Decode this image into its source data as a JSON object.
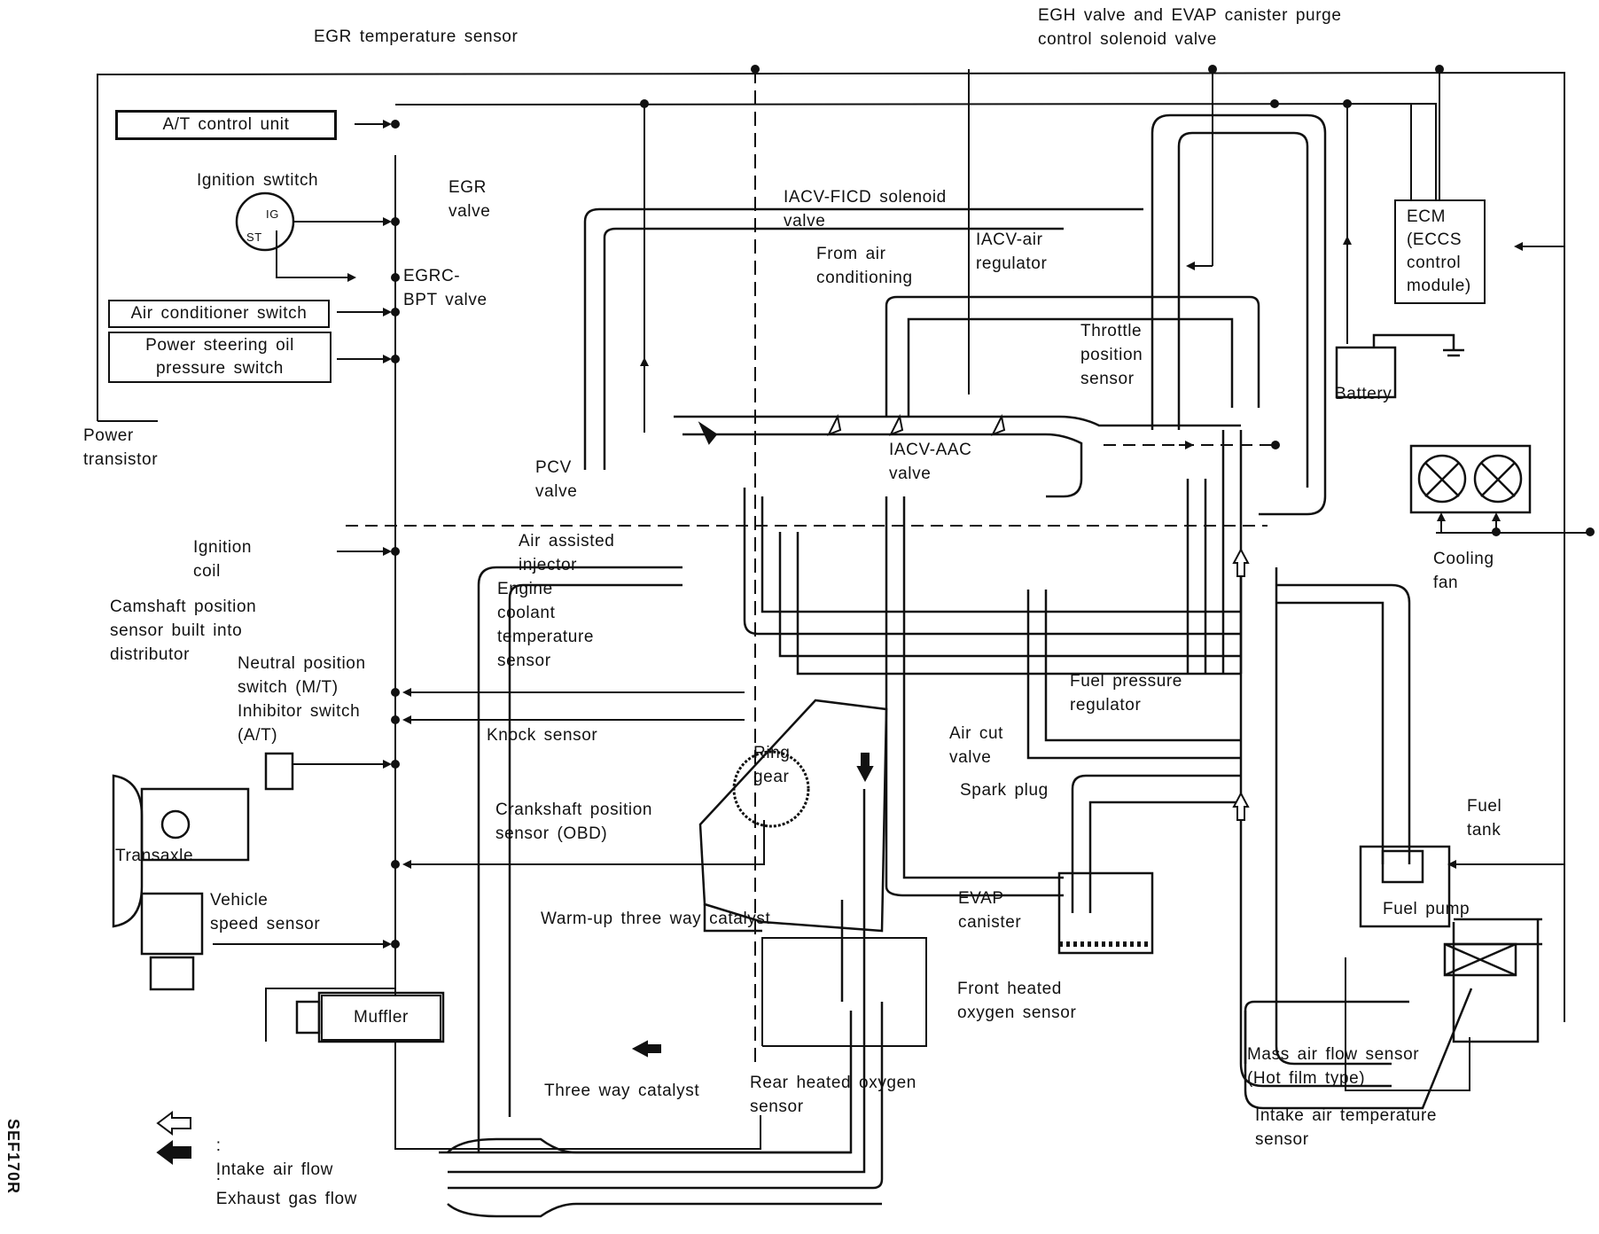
{
  "figure": {
    "code": "SEF170R",
    "legend": {
      "intake": "Intake air flow",
      "exhaust": "Exhaust gas flow",
      "separator": ":"
    }
  },
  "boxes": {
    "at_control_unit": "A/T control unit",
    "air_conditioner_switch": "Air conditioner switch",
    "power_steering_switch": "Power steering oil\npressure switch",
    "ecm": "ECM\n(ECCS\ncontrol\nmodule)",
    "muffler": "Muffler"
  },
  "labels": {
    "egr_temperature_sensor": "EGR temperature sensor",
    "egh_valve_evap": "EGH valve and EVAP canister purge\ncontrol solenoid valve",
    "ignition_switch": "Ignition swtitch",
    "ig_terminal": "IG",
    "st_terminal": "ST",
    "egr_valve": "EGR\nvalve",
    "egrc_bpt_valve": "EGRC-\nBPT valve",
    "iacv_ficd": "IACV-FICD solenoid\nvalve",
    "from_air_conditioning": "From air\nconditioning",
    "iacv_air_regulator": "IACV-air\nregulator",
    "throttle_position_sensor": "Throttle\nposition\nsensor",
    "battery": "Battery",
    "power_transistor": "Power\ntransistor",
    "pcv_valve": "PCV\nvalve",
    "iacv_aac_valve": "IACV-AAC\nvalve",
    "ignition_coil": "Ignition\ncoil",
    "air_assisted_injector": "Air assisted\ninjector",
    "engine_coolant_temp": "Engine\ncoolant\ntemperature\nsensor",
    "camshaft_position": "Camshaft position\nsensor built into\ndistributor",
    "neutral_position": "Neutral position\nswitch (M/T)\nInhibitor switch\n(A/T)",
    "cooling_fan": "Cooling\nfan",
    "fuel_pressure_regulator": "Fuel pressure\nregulator",
    "knock_sensor": "Knock sensor",
    "air_cut_valve": "Air cut\nvalve",
    "ring_gear": "Ring\ngear",
    "spark_plug": "Spark plug",
    "crankshaft_position": "Crankshaft position\nsensor (OBD)",
    "transaxle": "Transaxle",
    "fuel_tank": "Fuel\ntank",
    "vehicle_speed_sensor": "Vehicle\nspeed sensor",
    "evap_canister": "EVAP\ncanister",
    "fuel_pump": "Fuel pump",
    "warmup_catalyst": "Warm-up three way catalyst",
    "front_o2": "Front heated\noxygen sensor",
    "three_way_catalyst": "Three way catalyst",
    "rear_o2": "Rear heated oxygen\nsensor",
    "maf_sensor": "Mass air flow sensor\n(Hot film type)",
    "intake_air_temp": "Intake air temperature\nsensor"
  }
}
